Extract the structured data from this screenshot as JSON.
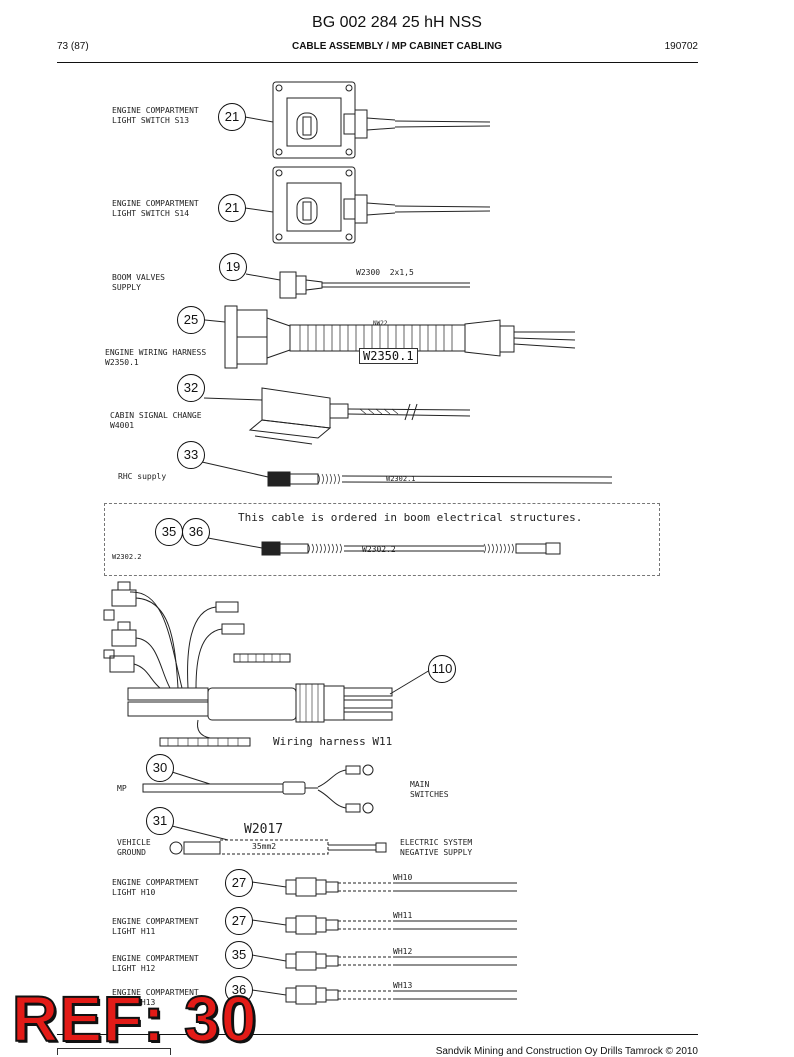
{
  "header": {
    "title": "BG 002 284 25 hH NSS",
    "page": "73 (87)",
    "section": "CABLE ASSEMBLY / MP CABINET CABLING",
    "date": "190702"
  },
  "components": [
    {
      "ref": "21",
      "label": "ENGINE COMPARTMENT\nLIGHT SWITCH S13"
    },
    {
      "ref": "21",
      "label": "ENGINE COMPARTMENT\nLIGHT SWITCH S14"
    },
    {
      "ref": "19",
      "label": "BOOM VALVES\nSUPPLY",
      "cable": "W2300  2x1,5"
    },
    {
      "ref": "25",
      "label": "ENGINE WIRING HARNESS\nW2350.1",
      "small_tag": "NW22",
      "tag": "W2350.1"
    },
    {
      "ref": "32",
      "label": "CABIN SIGNAL CHANGE\nW4001"
    },
    {
      "ref": "33",
      "label": "RHC supply",
      "cable": "W2302.1"
    },
    {
      "ref_a": "35",
      "ref_b": "36",
      "note": "This cable is ordered in boom electrical structures.",
      "side_label": "W2302.2",
      "cable": "W2302.2"
    },
    {
      "ref": "110",
      "label": "Wiring harness W11"
    },
    {
      "ref": "30",
      "label_left": "MP",
      "label_right": "MAIN\nSWITCHES"
    },
    {
      "ref": "31",
      "tag": "W2017",
      "label_left": "VEHICLE\nGROUND",
      "cable": "35mm2",
      "label_right": "ELECTRIC SYSTEM\nNEGATIVE SUPPLY"
    },
    {
      "ref": "27",
      "label": "ENGINE COMPARTMENT\nLIGHT H10",
      "cable": "WH10"
    },
    {
      "ref": "27",
      "label": "ENGINE COMPARTMENT\nLIGHT H11",
      "cable": "WH11"
    },
    {
      "ref": "35",
      "label": "ENGINE COMPARTMENT\nLIGHT H12",
      "cable": "WH12"
    },
    {
      "ref": "36",
      "label": "ENGINE COMPARTMENT\nLIGHT H13",
      "cable": "WH13"
    }
  ],
  "stamp": "REF: 30",
  "footer": "Sandvik Mining and Construction Oy Drills Tamrock © 2010",
  "colors": {
    "stamp": "#e31b17",
    "ink": "#111111"
  }
}
